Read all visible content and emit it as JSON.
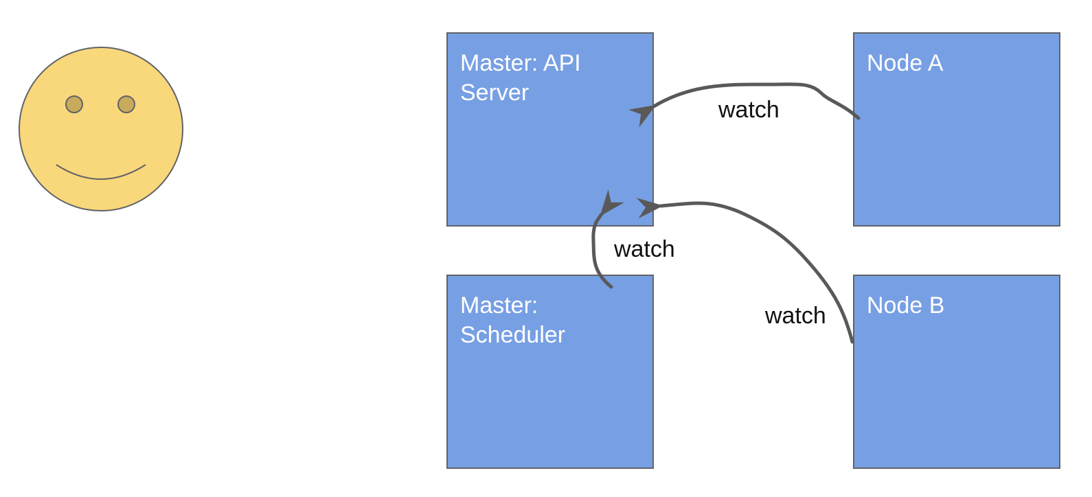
{
  "nodes": {
    "api_server": {
      "label": "Master: API Server",
      "fill": "#779fe3"
    },
    "scheduler": {
      "label": "Master: Scheduler",
      "fill": "#779fe3"
    },
    "node_a": {
      "label": "Node A",
      "fill": "#779fe3"
    },
    "node_b": {
      "label": "Node B",
      "fill": "#779fe3"
    }
  },
  "edges": [
    {
      "from": "Node A",
      "to": "Master: API Server",
      "label": "watch"
    },
    {
      "from": "Master: Scheduler",
      "to": "Master: API Server",
      "label": "watch"
    },
    {
      "from": "Node B",
      "to": "Master: API Server",
      "label": "watch"
    }
  ],
  "colors": {
    "smiley_face": "#f9d77b",
    "smiley_eyes": "#c8aa5b",
    "outline": "#5f6368",
    "arrow": "#595959"
  },
  "icons": {
    "user": "smiley-face-icon"
  }
}
